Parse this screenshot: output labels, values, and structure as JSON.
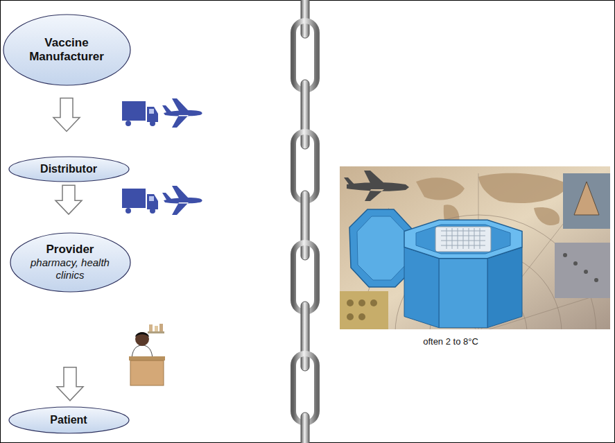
{
  "diagram": {
    "nodes": [
      {
        "text": [
          "Vaccine Manufacturer"
        ]
      },
      {
        "text": [
          "Distributor"
        ]
      },
      {
        "text": [
          "Provider",
          "pharmacy, health clinics"
        ]
      },
      {
        "text": [
          "Patient"
        ]
      }
    ],
    "edges": [
      {
        "from": 0,
        "to": 1,
        "arrow": "to"
      },
      {
        "from": 1,
        "to": 2,
        "arrow": "to"
      },
      {
        "from": 2,
        "to": 3,
        "arrow": "to"
      }
    ],
    "labels": [
      "often 2 to 8°C"
    ]
  }
}
